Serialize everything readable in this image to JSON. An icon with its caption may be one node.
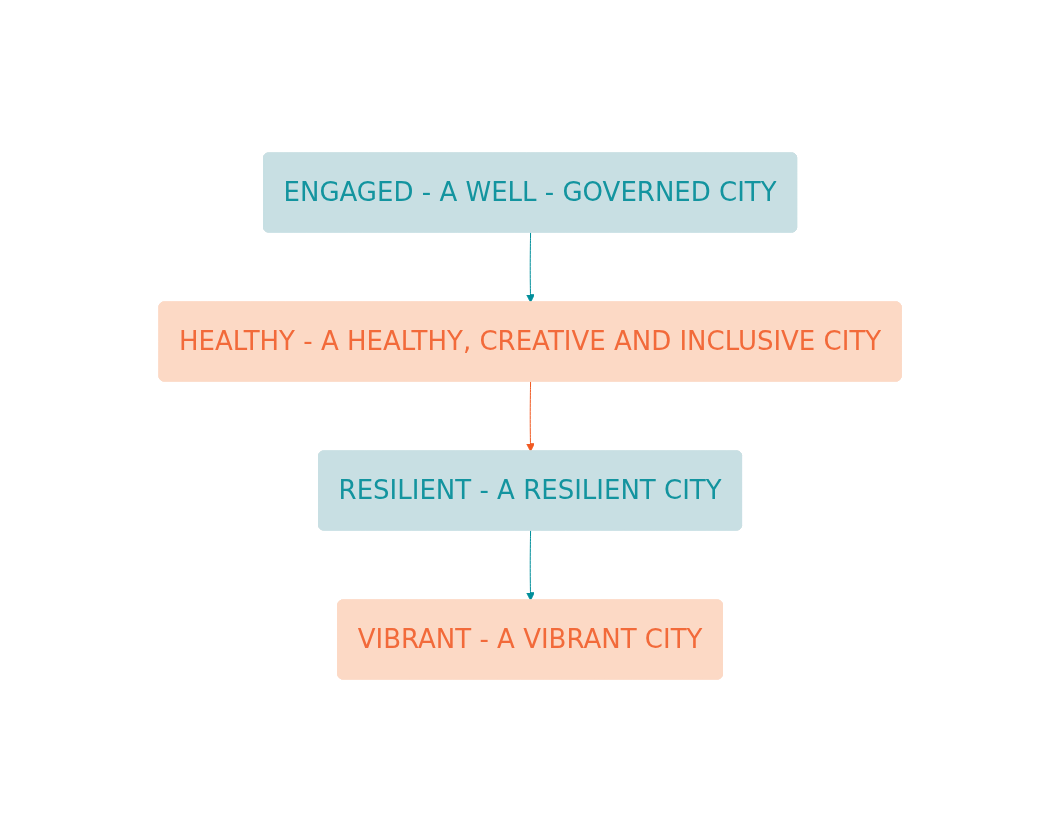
{
  "diagram": {
    "nodes": [
      {
        "text": [
          "ENGAGED - A WELL - GOVERNED CITY"
        ]
      },
      {
        "text": [
          "HEALTHY - A HEALTHY, CREATIVE AND INCLUSIVE CITY"
        ]
      },
      {
        "text": [
          "RESILIENT - A RESILIENT CITY"
        ]
      },
      {
        "text": [
          "VIBRANT - A VIBRANT CITY"
        ]
      }
    ],
    "edges": [
      {
        "from": 0,
        "to": 1,
        "arrow": "to"
      },
      {
        "from": 1,
        "to": 2,
        "arrow": "to",
        "color": "#f15a22"
      },
      {
        "from": 2,
        "to": 3,
        "arrow": "to"
      }
    ]
  }
}
